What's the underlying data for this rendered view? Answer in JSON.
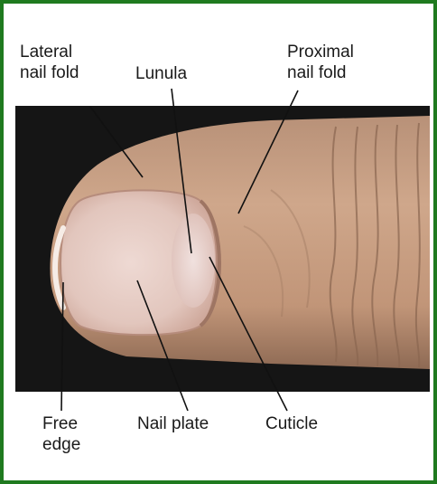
{
  "labels": {
    "lateral_nail_fold": "Lateral\nnail fold",
    "lunula": "Lunula",
    "proximal_nail_fold": "Proximal\nnail fold",
    "free_edge": "Free\nedge",
    "nail_plate": "Nail plate",
    "cuticle": "Cuticle"
  },
  "colors": {
    "border": "#1f7a1f",
    "photo_background": "#151515",
    "skin": "#c9a185",
    "nail": "#e8d2cc",
    "leader_line": "#111111"
  }
}
